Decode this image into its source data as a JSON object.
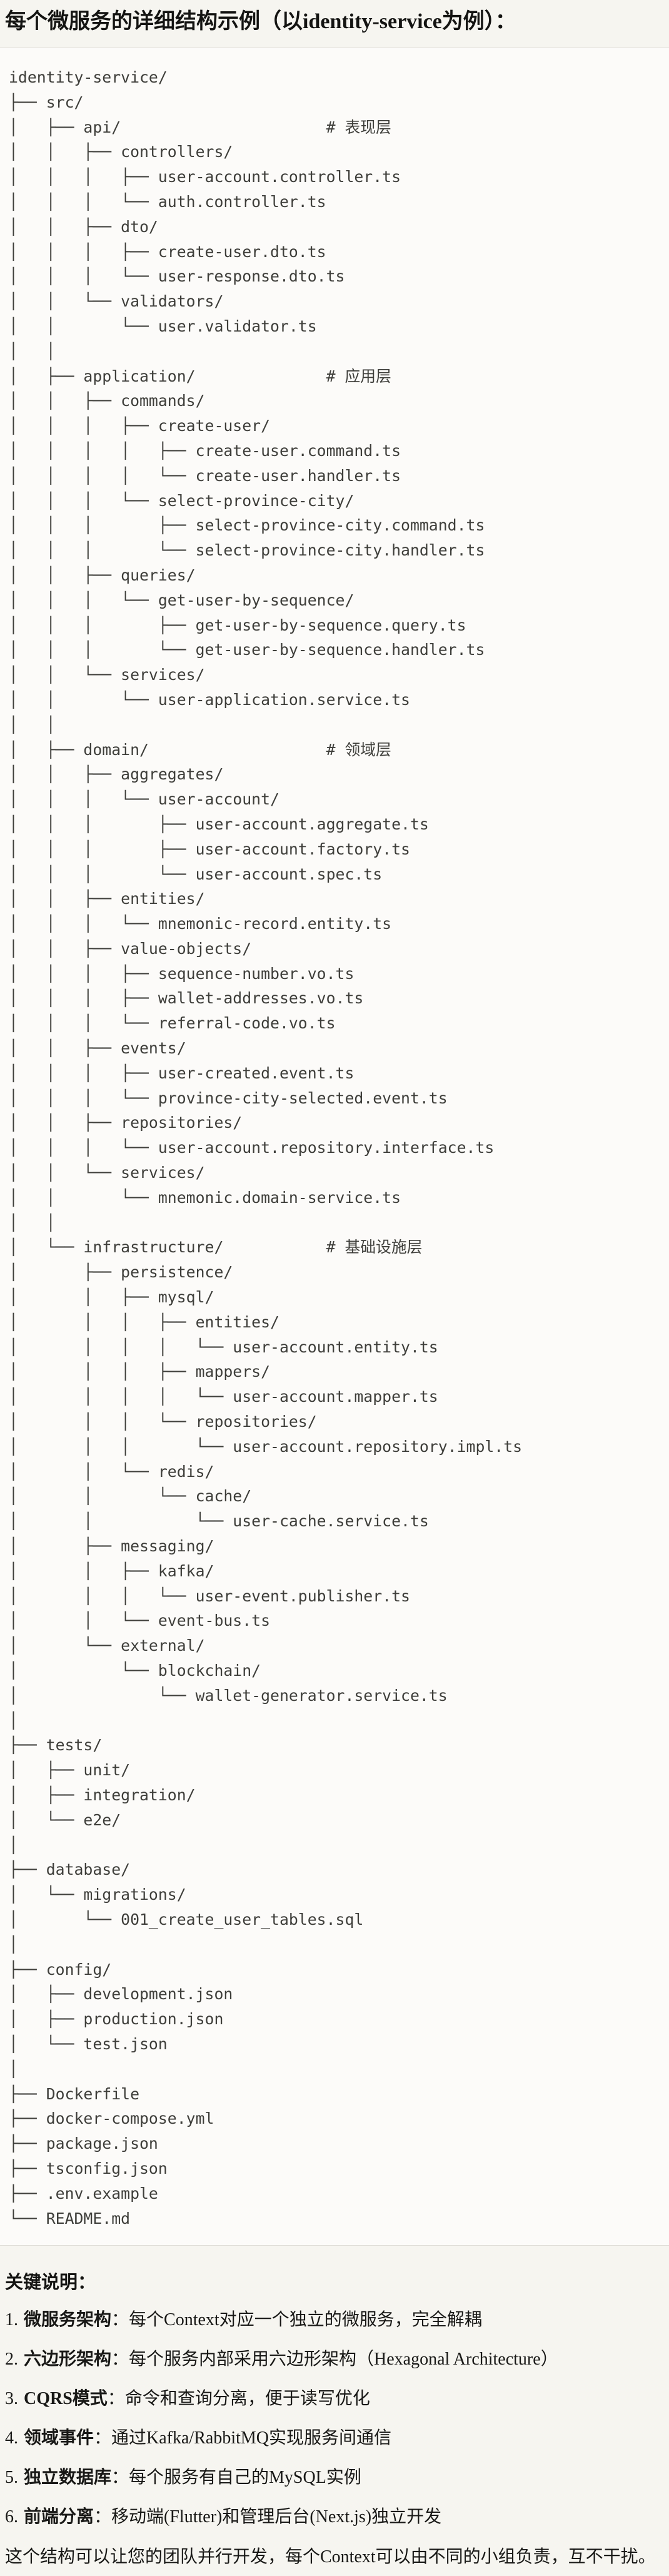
{
  "title": "每个微服务的详细结构示例（以identity-service为例）：",
  "tree": "identity-service/\n├── src/\n│   ├── api/                      # 表现层\n│   │   ├── controllers/\n│   │   │   ├── user-account.controller.ts\n│   │   │   └── auth.controller.ts\n│   │   ├── dto/\n│   │   │   ├── create-user.dto.ts\n│   │   │   └── user-response.dto.ts\n│   │   └── validators/\n│   │       └── user.validator.ts\n│   │\n│   ├── application/              # 应用层\n│   │   ├── commands/\n│   │   │   ├── create-user/\n│   │   │   │   ├── create-user.command.ts\n│   │   │   │   └── create-user.handler.ts\n│   │   │   └── select-province-city/\n│   │   │       ├── select-province-city.command.ts\n│   │   │       └── select-province-city.handler.ts\n│   │   ├── queries/\n│   │   │   └── get-user-by-sequence/\n│   │   │       ├── get-user-by-sequence.query.ts\n│   │   │       └── get-user-by-sequence.handler.ts\n│   │   └── services/\n│   │       └── user-application.service.ts\n│   │\n│   ├── domain/                   # 领域层\n│   │   ├── aggregates/\n│   │   │   └── user-account/\n│   │   │       ├── user-account.aggregate.ts\n│   │   │       ├── user-account.factory.ts\n│   │   │       └── user-account.spec.ts\n│   │   ├── entities/\n│   │   │   └── mnemonic-record.entity.ts\n│   │   ├── value-objects/\n│   │   │   ├── sequence-number.vo.ts\n│   │   │   ├── wallet-addresses.vo.ts\n│   │   │   └── referral-code.vo.ts\n│   │   ├── events/\n│   │   │   ├── user-created.event.ts\n│   │   │   └── province-city-selected.event.ts\n│   │   ├── repositories/\n│   │   │   └── user-account.repository.interface.ts\n│   │   └── services/\n│   │       └── mnemonic.domain-service.ts\n│   │\n│   └── infrastructure/           # 基础设施层\n│       ├── persistence/\n│       │   ├── mysql/\n│       │   │   ├── entities/\n│       │   │   │   └── user-account.entity.ts\n│       │   │   ├── mappers/\n│       │   │   │   └── user-account.mapper.ts\n│       │   │   └── repositories/\n│       │   │       └── user-account.repository.impl.ts\n│       │   └── redis/\n│       │       └── cache/\n│       │           └── user-cache.service.ts\n│       ├── messaging/\n│       │   ├── kafka/\n│       │   │   └── user-event.publisher.ts\n│       │   └── event-bus.ts\n│       └── external/\n│           └── blockchain/\n│               └── wallet-generator.service.ts\n│\n├── tests/\n│   ├── unit/\n│   ├── integration/\n│   └── e2e/\n│\n├── database/\n│   └── migrations/\n│       └── 001_create_user_tables.sql\n│\n├── config/\n│   ├── development.json\n│   ├── production.json\n│   └── test.json\n│\n├── Dockerfile\n├── docker-compose.yml\n├── package.json\n├── tsconfig.json\n├── .env.example\n└── README.md",
  "notes": {
    "heading": "关键说明：",
    "items": [
      {
        "num": "1.",
        "label": "微服务架构",
        "colon": "：",
        "text": "每个Context对应一个独立的微服务，完全解耦"
      },
      {
        "num": "2.",
        "label": "六边形架构",
        "colon": "：",
        "text": "每个服务内部采用六边形架构（Hexagonal Architecture）"
      },
      {
        "num": "3.",
        "label": "CQRS模式",
        "colon": "：",
        "text": "命令和查询分离，便于读写优化"
      },
      {
        "num": "4.",
        "label": "领域事件",
        "colon": "：",
        "text": "通过Kafka/RabbitMQ实现服务间通信"
      },
      {
        "num": "5.",
        "label": "独立数据库",
        "colon": "：",
        "text": "每个服务有自己的MySQL实例"
      },
      {
        "num": "6.",
        "label": "前端分离",
        "colon": "：",
        "text": "移动端(Flutter)和管理后台(Next.js)独立开发"
      }
    ]
  },
  "closing": "这个结构可以让您的团队并行开发，每个Context可以由不同的小组负责，互不干扰。",
  "colors": {
    "page_bg": "#F6F5F0",
    "code_bg": "#FCFBF9",
    "code_border": "#DFDDD7",
    "code_text": "#3E3E3A"
  }
}
